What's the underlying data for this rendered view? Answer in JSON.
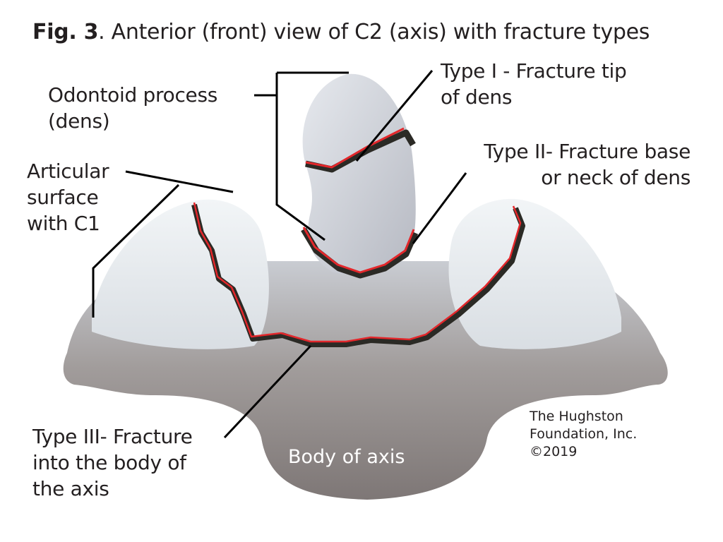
{
  "figure": {
    "number_label": "Fig. 3",
    "title": ". Anterior (front) view of C2 (axis) with fracture types"
  },
  "labels": {
    "odontoid": {
      "lines": [
        "Odontoid process",
        "(dens)"
      ]
    },
    "articular": {
      "lines": [
        "Articular",
        "surface",
        "with C1"
      ]
    },
    "type1": {
      "lines": [
        "Type I - Fracture tip",
        "of dens"
      ]
    },
    "type2": {
      "lines": [
        "Type II- Fracture base",
        "or neck of dens"
      ]
    },
    "type3": {
      "lines": [
        "Type III- Fracture",
        "into the body of",
        "the axis"
      ]
    },
    "body": "Body of axis"
  },
  "credit": {
    "lines": [
      "The Hughston",
      "Foundation, Inc.",
      "©2019"
    ]
  },
  "colors": {
    "fracture_line": "#e3272b",
    "fracture_shadow": "#2b2a25",
    "bone_light": "#e8ecef",
    "bone_dark": "#8d8784",
    "leader_line": "#000000"
  }
}
